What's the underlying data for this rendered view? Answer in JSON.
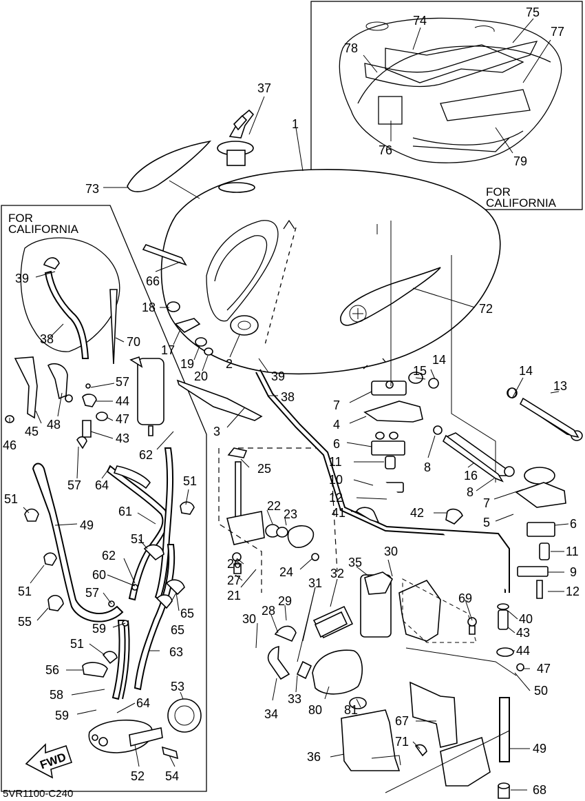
{
  "diagram_code": "5VR1100-C240",
  "fwd_label": "FWD",
  "callouts": {
    "left_box": [
      "FOR",
      "CALIFORNIA"
    ],
    "top_right_box": [
      "FOR",
      "CALIFORNIA"
    ]
  },
  "part_numbers": {
    "p1": "1",
    "p2": "2",
    "p3": "3",
    "p4": "4",
    "p5": "5",
    "p6a": "6",
    "p6b": "6",
    "p7a": "7",
    "p7b": "7",
    "p8a": "8",
    "p8b": "8",
    "p9": "9",
    "p10": "10",
    "p11a": "11",
    "p11b": "11",
    "p12a": "12",
    "p12b": "12",
    "p13": "13",
    "p14a": "14",
    "p14b": "14",
    "p15": "15",
    "p16": "16",
    "p17": "17",
    "p18": "18",
    "p19": "19",
    "p20": "20",
    "p21": "21",
    "p22": "22",
    "p23": "23",
    "p24": "24",
    "p25": "25",
    "p26": "26",
    "p27": "27",
    "p28": "28",
    "p29": "29",
    "p30a": "30",
    "p30b": "30",
    "p31": "31",
    "p32": "32",
    "p33": "33",
    "p34": "34",
    "p35": "35",
    "p36": "36",
    "p37": "37",
    "p38a": "38",
    "p38b": "38",
    "p39a": "39",
    "p39b": "39",
    "p40": "40",
    "p41": "41",
    "p42": "42",
    "p43a": "43",
    "p43b": "43",
    "p44a": "44",
    "p44b": "44",
    "p45": "45",
    "p46": "46",
    "p47a": "47",
    "p47b": "47",
    "p48": "48",
    "p49a": "49",
    "p49b": "49",
    "p50": "50",
    "p51a": "51",
    "p51b": "51",
    "p51c": "51",
    "p51d": "51",
    "p51e": "51",
    "p52": "52",
    "p53": "53",
    "p54": "54",
    "p55": "55",
    "p56": "56",
    "p57a": "57",
    "p57b": "57",
    "p57c": "57",
    "p58": "58",
    "p59a": "59",
    "p59b": "59",
    "p60": "60",
    "p61": "61",
    "p62a": "62",
    "p62b": "62",
    "p63": "63",
    "p64a": "64",
    "p64b": "64",
    "p65a": "65",
    "p65b": "65",
    "p66": "66",
    "p67": "67",
    "p68": "68",
    "p69": "69",
    "p70": "70",
    "p71": "71",
    "p72": "72",
    "p73": "73",
    "p74": "74",
    "p75": "75",
    "p76": "76",
    "p77": "77",
    "p78": "78",
    "p79": "79",
    "p80": "80",
    "p81": "81"
  }
}
